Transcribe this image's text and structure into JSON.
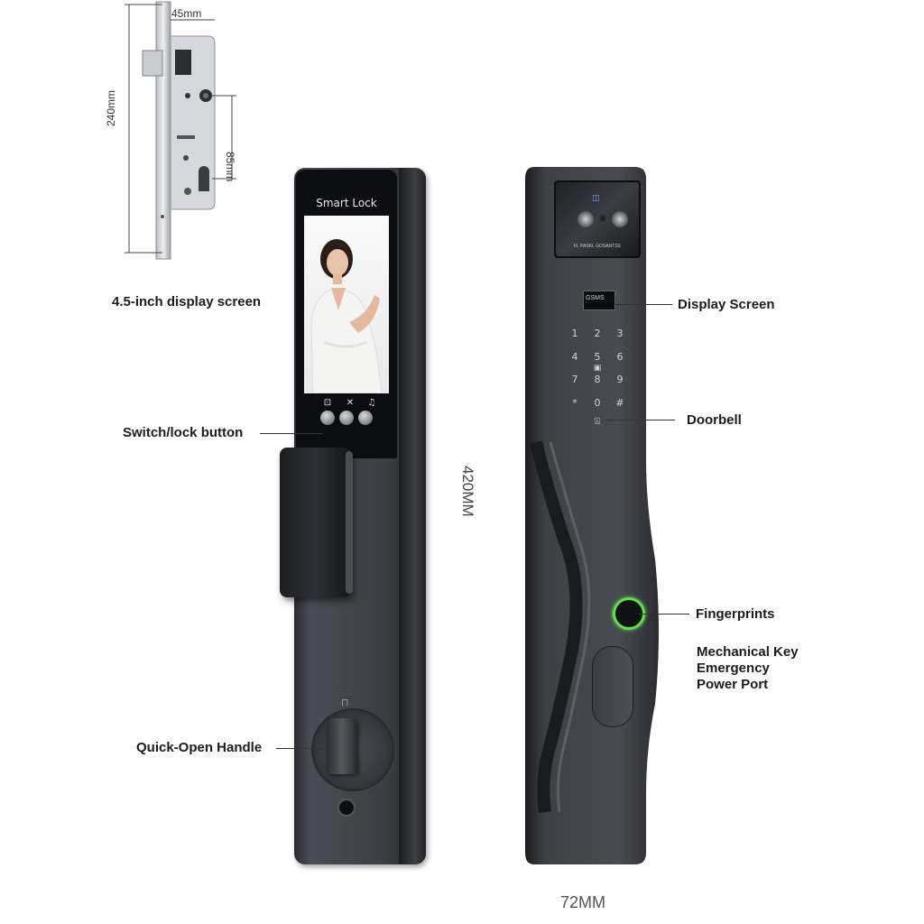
{
  "mortise": {
    "dim_width": "45mm",
    "dim_height": "240mm",
    "dim_center": "85mm"
  },
  "front_lock": {
    "screen_title": "Smart  Lock",
    "button_icons": [
      "unlock-icon",
      "mute-icon",
      "doorbell-icon"
    ]
  },
  "back_lock": {
    "panel_text": "FL PASKL  GOSANTSS",
    "mini_display_text": "GSMS",
    "keypad": [
      "1",
      "2",
      "3",
      "4",
      "5",
      "6",
      "7",
      "8",
      "9",
      "*",
      "0",
      "#"
    ]
  },
  "labels": {
    "display_screen_left": "4.5-inch display screen",
    "switch_lock": "Switch/lock button",
    "quick_open": "Quick-Open Handle",
    "display_screen_right": "Display Screen",
    "doorbell": "Doorbell",
    "fingerprints": "Fingerprints",
    "mech_key_1": "Mechanical Key",
    "mech_key_2": "Emergency",
    "mech_key_3": "Power Port"
  },
  "dimensions": {
    "height": "420MM",
    "width": "72MM"
  },
  "colors": {
    "body_dark": "#3a3d42",
    "body_edge": "#1a1b1e",
    "fingerprint_ring": "#5de04a",
    "background": "#ffffff"
  }
}
